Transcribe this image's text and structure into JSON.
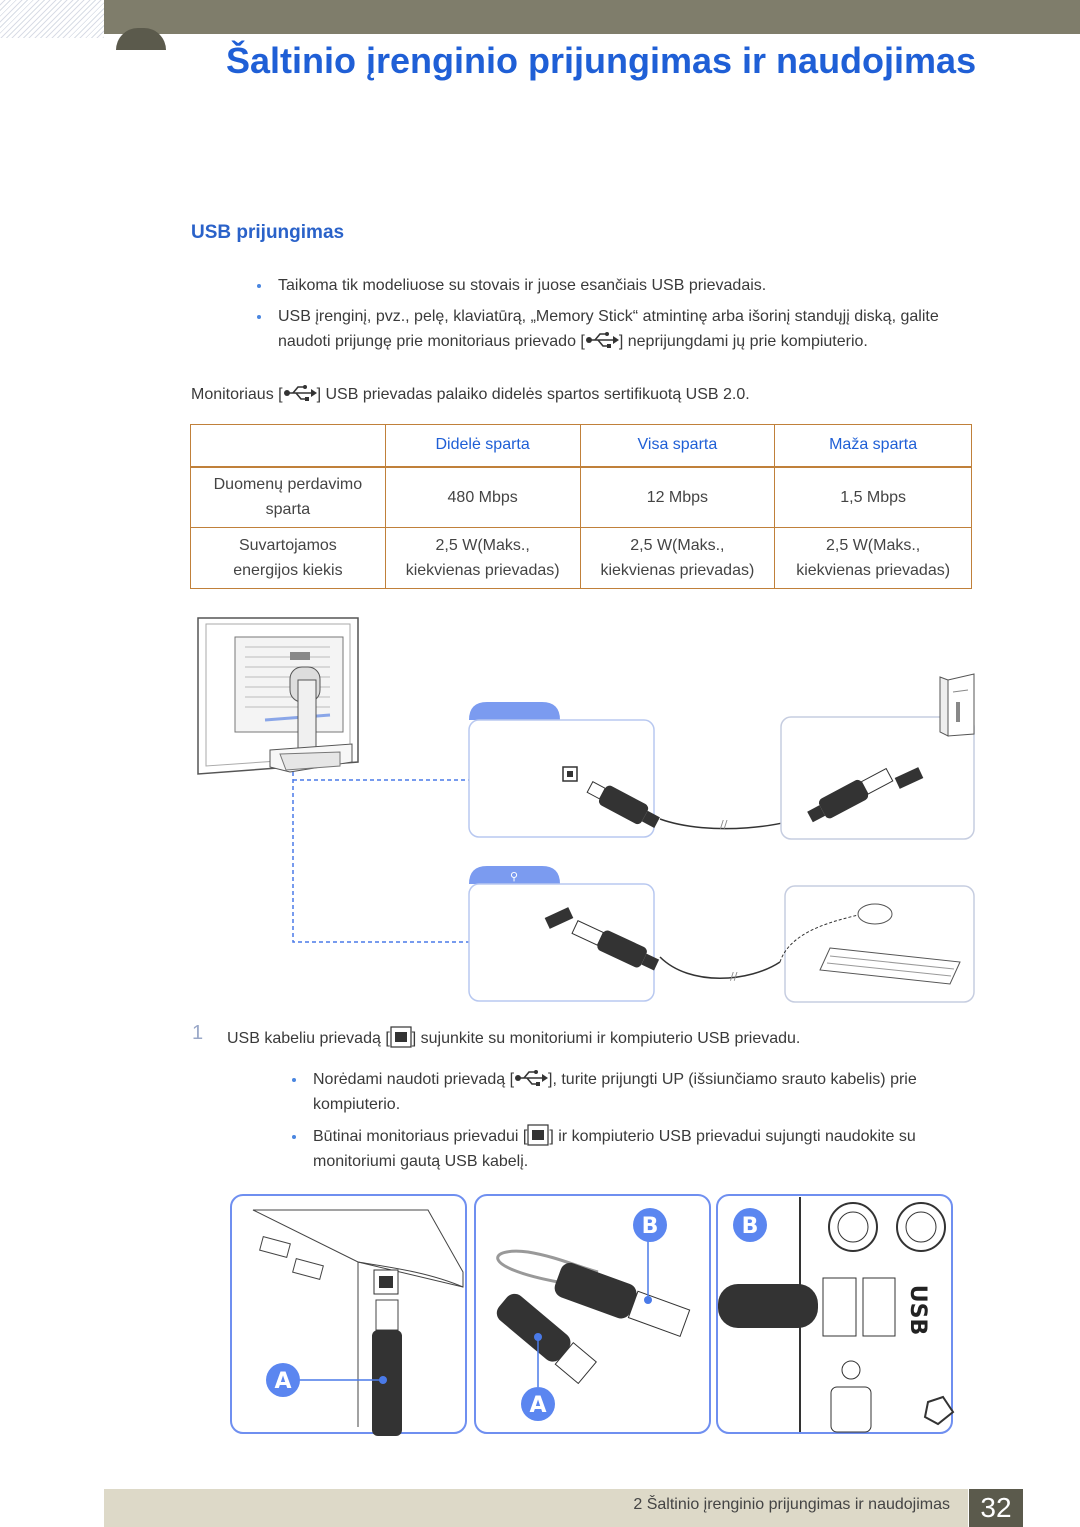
{
  "header": {
    "title": "Šaltinio įrenginio prijungimas ir naudojimas"
  },
  "section": {
    "heading": "USB prijungimas"
  },
  "notes": [
    "Taikoma tik modeliuose su stovais ir juose esančiais USB prievadais.",
    "USB įrenginį, pvz., pelę, klaviatūrą, „Memory Stick“ atmintinę arba išorinį standųjį diską, galite",
    "naudoti prijungę prie monitoriaus prievado [",
    "] neprijungdami jų prie kompiuterio."
  ],
  "intro": {
    "before": "Monitoriaus [",
    "after": "] USB prievadas palaiko didelės spartos sertifikuotą USB 2.0."
  },
  "table": {
    "headers": [
      "",
      "Didelė sparta",
      "Visa sparta",
      "Maža sparta"
    ],
    "rows": [
      {
        "label_line1": "Duomenų perdavimo",
        "label_line2": "sparta",
        "values": [
          "480 Mbps",
          "12 Mbps",
          "1,5 Mbps"
        ]
      },
      {
        "label_line1": "Suvartojamos",
        "label_line2": "energijos kiekis",
        "value_line1": "2,5 W(Maks.,",
        "value_line2": "kiekvienas prievadas)"
      }
    ]
  },
  "step": {
    "number": "1",
    "text_before": "USB kabeliu prievadą [",
    "text_after": "] sujunkite su monitoriumi ir kompiuterio USB prievadu."
  },
  "sub_notes": [
    {
      "line1_before": "Norėdami naudoti prievadą [",
      "line1_after": "], turite prijungti UP (išsiunčiamo srauto kabelis) prie",
      "line2": "kompiuterio."
    },
    {
      "line1_before": "Būtinai monitoriaus prievadui [",
      "line1_after": "] ir kompiuterio USB prievadui sujungti naudokite su",
      "line2": "monitoriumi gautą USB kabelį."
    }
  ],
  "figure_labels": {
    "a": "A",
    "b": "B",
    "usb": "USB"
  },
  "footer": {
    "text": "2 Šaltinio įrenginio prijungimas ir naudojimas",
    "page": "32"
  },
  "colors": {
    "accent_blue": "#1f5fd6",
    "table_border": "#c0803a",
    "callout_blue": "#4a7ae8",
    "footer_bg": "#ddd9c8",
    "page_num_bg": "#5b5a4c"
  }
}
